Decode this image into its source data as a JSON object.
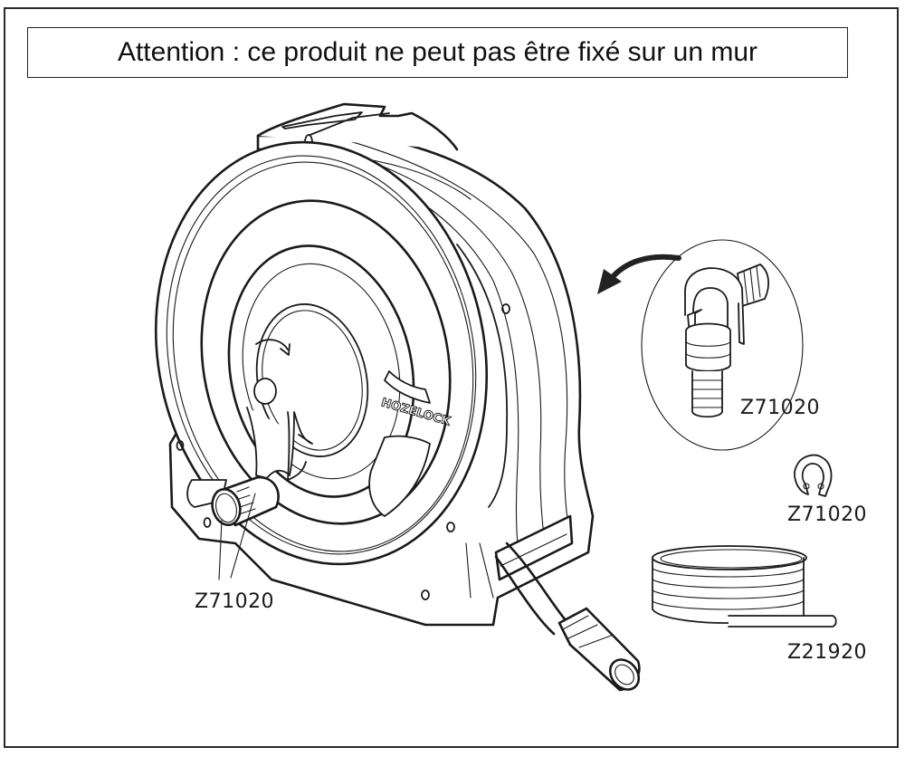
{
  "warning": {
    "text": "Attention : ce produit ne peut pas être fixé sur un mur"
  },
  "product": {
    "brand_logo": "HOZELOCK",
    "description": "Hose reel with crank handle, hose and connector"
  },
  "parts": [
    {
      "id": "elbow-connector",
      "label": "Z71020"
    },
    {
      "id": "circlip",
      "label": "Z71020"
    },
    {
      "id": "hose-coil",
      "label": "Z21920"
    },
    {
      "id": "handle-knob",
      "label": "Z71020"
    }
  ],
  "colors": {
    "line": "#1a1a1a",
    "background": "#ffffff",
    "frame": "#2a2a2a"
  }
}
